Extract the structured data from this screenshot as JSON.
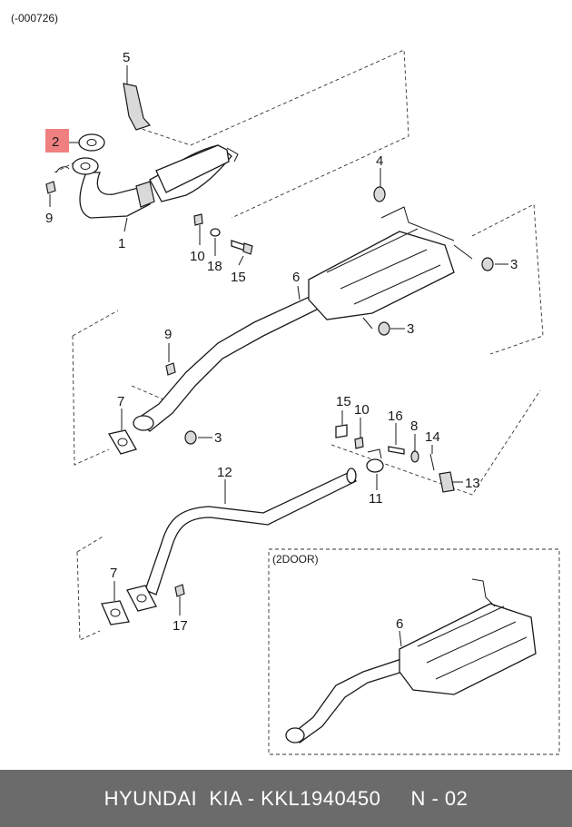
{
  "header": {
    "code": "(-000726)"
  },
  "variant_label": "(2DOOR)",
  "callouts": {
    "c1": "1",
    "c2": "2",
    "c3a": "3",
    "c3b": "3",
    "c3c": "3",
    "c4": "4",
    "c5": "5",
    "c6a": "6",
    "c6b": "6",
    "c7a": "7",
    "c7b": "7",
    "c8": "8",
    "c9a": "9",
    "c9b": "9",
    "c10a": "10",
    "c10b": "10",
    "c11": "11",
    "c12": "12",
    "c13": "13",
    "c14": "14",
    "c15a": "15",
    "c15b": "15",
    "c16": "16",
    "c17": "17",
    "c18": "18"
  },
  "highlight_color": "#f08080",
  "footer": {
    "text": "HYUNDAI  KIA - KKL1940450     N - 02"
  }
}
